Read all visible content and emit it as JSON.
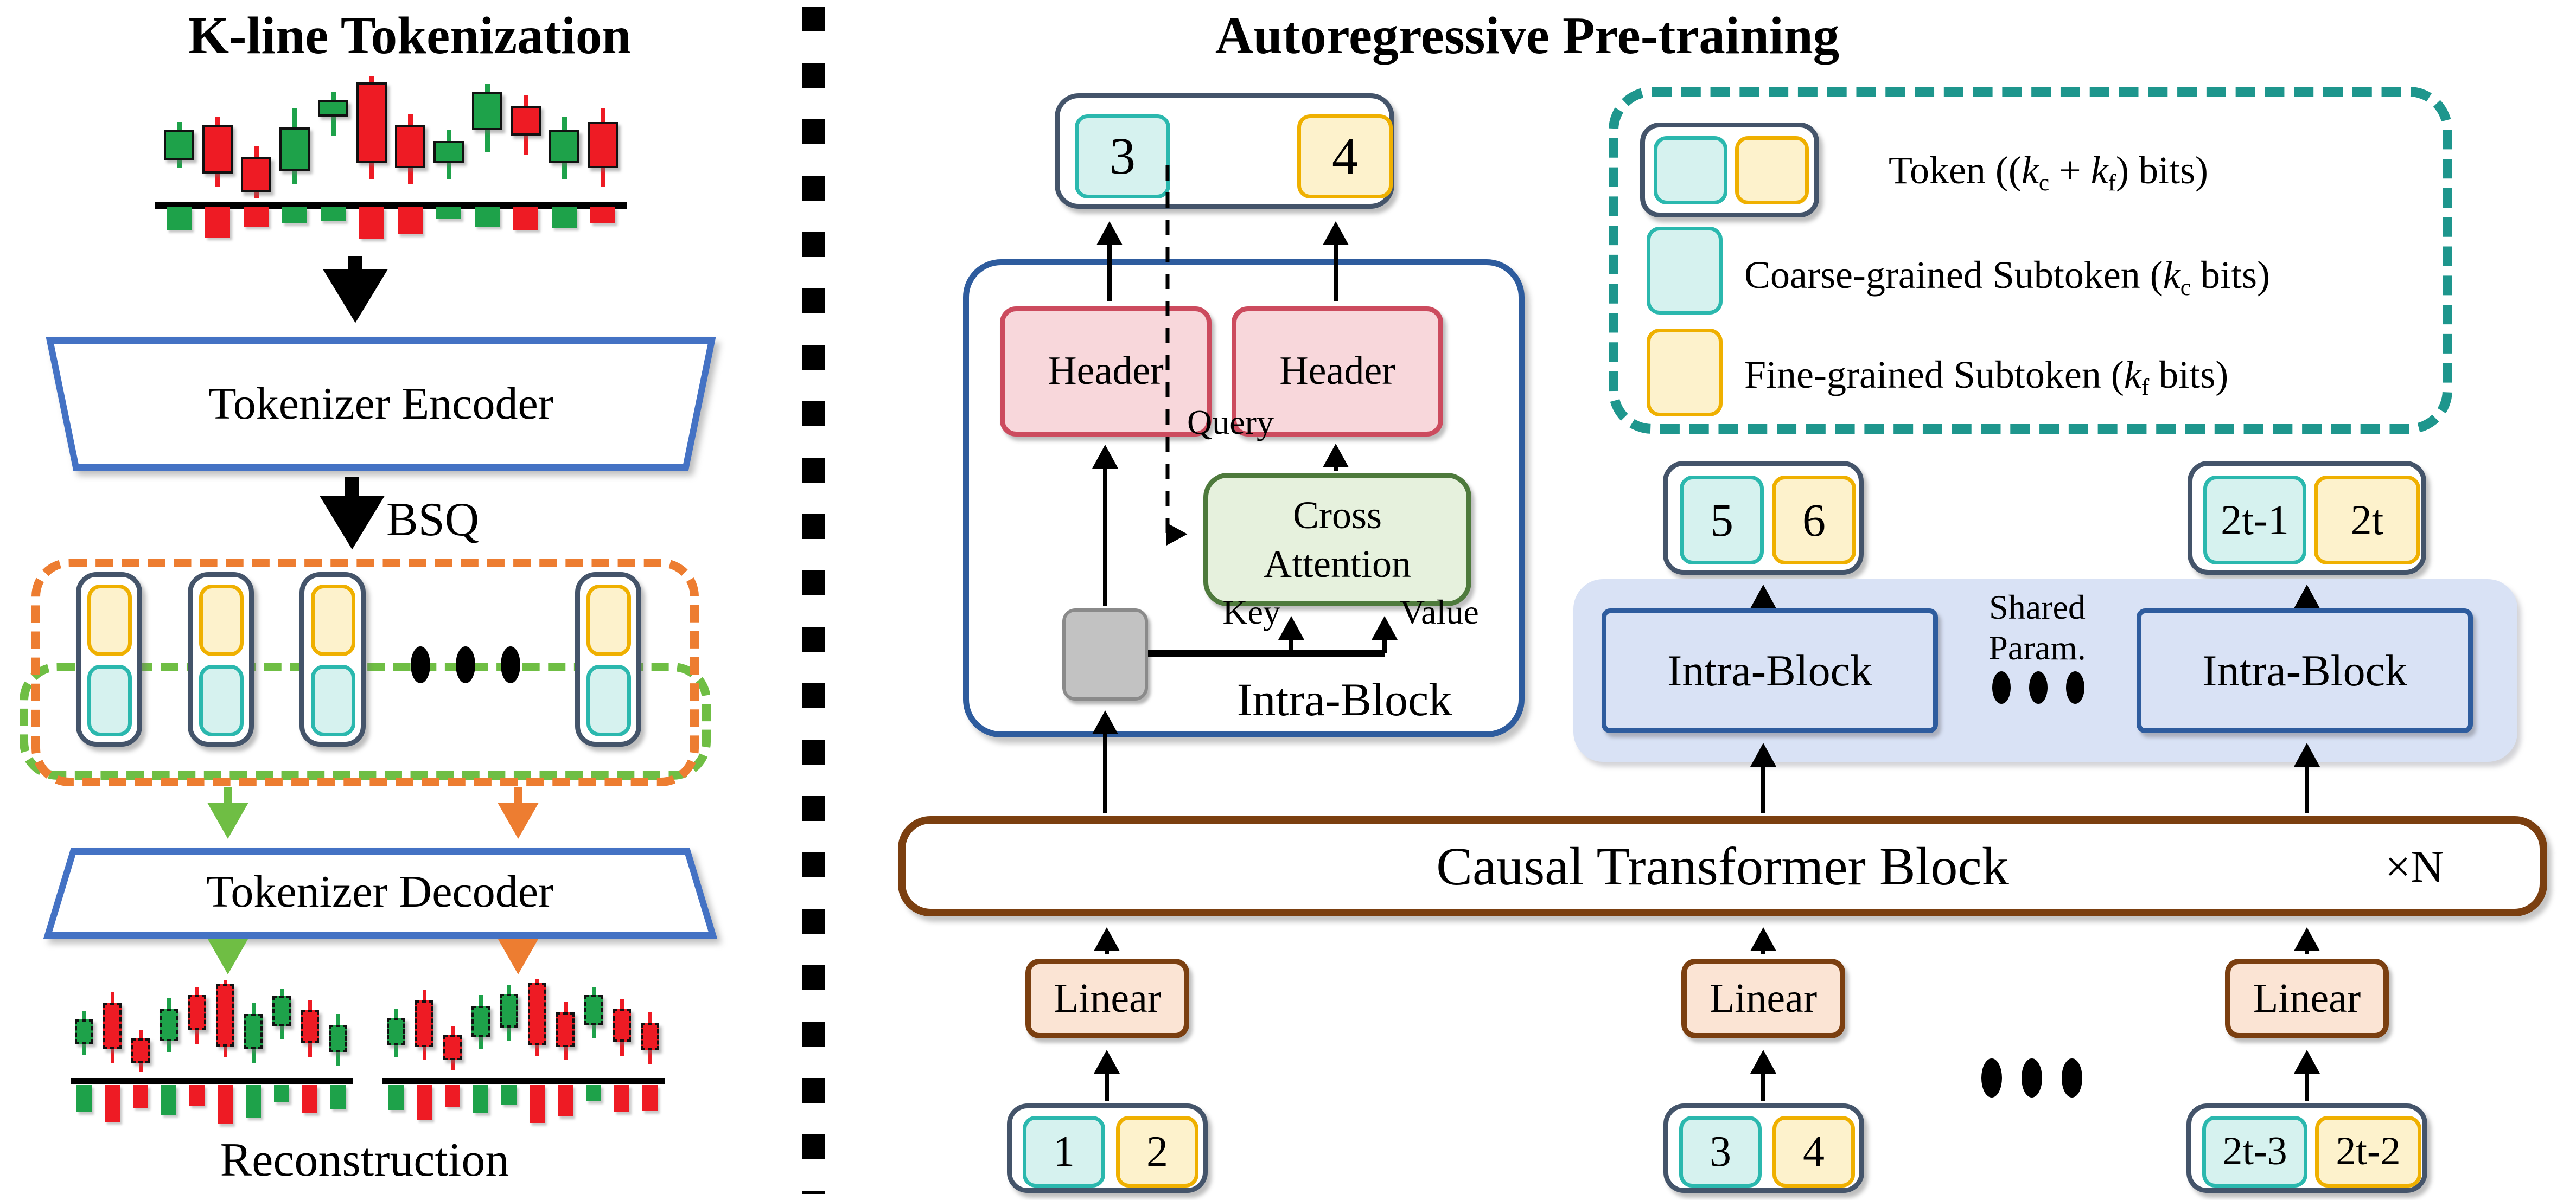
{
  "left": {
    "title": "K-line Tokenization",
    "encoder_label": "Tokenizer Encoder",
    "bsq_label": "BSQ",
    "decoder_label": "Tokenizer Decoder",
    "reconstruction_label": "Reconstruction"
  },
  "right": {
    "title": "Autoregressive Pre-training",
    "header_label": "Header",
    "header2_label": "Header",
    "cross_attention_line1": "Cross",
    "cross_attention_line2": "Attention",
    "query_label": "Query",
    "key_label": "Key",
    "value_label": "Value",
    "intra_label_main": "Intra-Block",
    "intra_label_left": "Intra-Block",
    "intra_label_right": "Intra-Block",
    "shared_line1": "Shared",
    "shared_line2": "Param.",
    "causal_label": "Causal Transformer Block",
    "repeat_label": "×N",
    "linear_labels": [
      "Linear",
      "Linear",
      "Linear"
    ],
    "tokens": {
      "output": {
        "coarse": "3",
        "fine": "4"
      },
      "step2": {
        "coarse": "5",
        "fine": "6"
      },
      "step_t": {
        "coarse": "2t-1",
        "fine": "2t"
      },
      "input1": {
        "coarse": "1",
        "fine": "2"
      },
      "input2": {
        "coarse": "3",
        "fine": "4"
      },
      "input_t": {
        "coarse": "2t-3",
        "fine": "2t-2"
      }
    },
    "legend": {
      "token": {
        "pre": "Token ((",
        "k1": "k",
        "s1": "c",
        "plus": " + ",
        "k2": "k",
        "s2": "f",
        "post": ") bits)"
      },
      "coarse": {
        "pre": "Coarse-grained Subtoken (",
        "k": "k",
        "s": "c",
        "post": " bits)"
      },
      "fine": {
        "pre": "Fine-grained Subtoken (",
        "k": "k",
        "s": "f",
        "post": " bits)"
      }
    }
  },
  "colors": {
    "candle_up": "#1EA24A",
    "candle_down": "#EE1B24",
    "coarse_subtoken": "#D6F2EF",
    "coarse_border": "#2BB8AE",
    "fine_subtoken": "#FDF2CC",
    "fine_border": "#EFB000",
    "token_border": "#44546A",
    "trapezoid_border": "#4472C4",
    "orange_dash": "#ED7D31",
    "green_dash": "#6FBE44",
    "teal_dash": "#1E968D",
    "header_fill": "#F8D7DB",
    "header_border": "#CC4B5E",
    "cross_fill": "#E6F1DD",
    "cross_border": "#4E7A3C",
    "intra_border": "#2E5C9E",
    "shared_fill": "#D9E2F5",
    "causal_border": "#7B3F10",
    "linear_fill": "#FBE4D4"
  },
  "chart_data": {
    "type": "candlestick",
    "note": "stylized K-line charts: x, wickTop, bodyTop, bodyBottom, wickBottom, direction(g=up,r=down); volumes: x, height, direction",
    "charts": [
      {
        "id": "main",
        "cfg": {
          "candleW": 56,
          "wickW": 9,
          "volW": 46,
          "baseY": 232,
          "baseX1": 15,
          "baseX2": 885,
          "baseH": 13,
          "volTop": 242,
          "dashed": false
        },
        "candles": [
          [
            60,
            85,
            100,
            155,
            170,
            "g"
          ],
          [
            131,
            75,
            90,
            180,
            205,
            "r"
          ],
          [
            202,
            130,
            150,
            215,
            226,
            "r"
          ],
          [
            273,
            60,
            95,
            175,
            200,
            "g"
          ],
          [
            344,
            30,
            45,
            75,
            110,
            "g"
          ],
          [
            415,
            0,
            12,
            160,
            190,
            "r"
          ],
          [
            486,
            70,
            90,
            170,
            200,
            "r"
          ],
          [
            557,
            100,
            120,
            160,
            190,
            "g"
          ],
          [
            628,
            15,
            30,
            100,
            140,
            "g"
          ],
          [
            699,
            35,
            55,
            110,
            145,
            "r"
          ],
          [
            770,
            75,
            100,
            160,
            190,
            "g"
          ],
          [
            841,
            60,
            85,
            170,
            205,
            "r"
          ]
        ],
        "volumes": [
          [
            60,
            42,
            "g"
          ],
          [
            131,
            56,
            "r"
          ],
          [
            202,
            36,
            "r"
          ],
          [
            273,
            30,
            "g"
          ],
          [
            344,
            26,
            "g"
          ],
          [
            415,
            58,
            "r"
          ],
          [
            486,
            50,
            "r"
          ],
          [
            557,
            22,
            "g"
          ],
          [
            628,
            36,
            "g"
          ],
          [
            699,
            42,
            "r"
          ],
          [
            770,
            38,
            "g"
          ],
          [
            841,
            30,
            "r"
          ]
        ]
      },
      {
        "id": "recon1",
        "cfg": {
          "candleW": 34,
          "wickW": 7,
          "volW": 28,
          "baseY": 183,
          "baseX1": 5,
          "baseX2": 525,
          "baseH": 11,
          "volTop": 196,
          "dashed": true
        },
        "candles": [
          [
            30,
            60,
            75,
            120,
            140,
            "g"
          ],
          [
            82,
            25,
            45,
            130,
            155,
            "r"
          ],
          [
            134,
            95,
            110,
            155,
            172,
            "r"
          ],
          [
            186,
            35,
            55,
            115,
            135,
            "g"
          ],
          [
            238,
            15,
            30,
            95,
            120,
            "r"
          ],
          [
            290,
            2,
            10,
            125,
            145,
            "r"
          ],
          [
            342,
            45,
            65,
            130,
            155,
            "g"
          ],
          [
            394,
            18,
            32,
            88,
            112,
            "g"
          ],
          [
            446,
            40,
            58,
            118,
            145,
            "r"
          ],
          [
            498,
            65,
            85,
            135,
            160,
            "g"
          ]
        ],
        "volumes": [
          [
            30,
            50,
            "g"
          ],
          [
            82,
            68,
            "r"
          ],
          [
            134,
            42,
            "r"
          ],
          [
            186,
            55,
            "g"
          ],
          [
            238,
            38,
            "r"
          ],
          [
            290,
            72,
            "r"
          ],
          [
            342,
            60,
            "g"
          ],
          [
            394,
            32,
            "g"
          ],
          [
            446,
            52,
            "r"
          ],
          [
            498,
            44,
            "g"
          ]
        ]
      },
      {
        "id": "recon2",
        "cfg": {
          "candleW": 34,
          "wickW": 7,
          "volW": 28,
          "baseY": 183,
          "baseX1": 5,
          "baseX2": 525,
          "baseH": 11,
          "volTop": 196,
          "dashed": true
        },
        "candles": [
          [
            30,
            55,
            72,
            122,
            145,
            "g"
          ],
          [
            82,
            20,
            40,
            126,
            150,
            "r"
          ],
          [
            134,
            88,
            104,
            150,
            168,
            "r"
          ],
          [
            186,
            30,
            50,
            108,
            130,
            "g"
          ],
          [
            238,
            12,
            28,
            90,
            115,
            "g"
          ],
          [
            290,
            0,
            8,
            122,
            142,
            "r"
          ],
          [
            342,
            42,
            62,
            126,
            150,
            "r"
          ],
          [
            394,
            16,
            30,
            86,
            110,
            "g"
          ],
          [
            446,
            38,
            56,
            116,
            142,
            "r"
          ],
          [
            498,
            62,
            82,
            132,
            158,
            "r"
          ]
        ],
        "volumes": [
          [
            30,
            46,
            "g"
          ],
          [
            82,
            64,
            "r"
          ],
          [
            134,
            40,
            "r"
          ],
          [
            186,
            52,
            "g"
          ],
          [
            238,
            36,
            "g"
          ],
          [
            290,
            70,
            "r"
          ],
          [
            342,
            58,
            "r"
          ],
          [
            394,
            30,
            "g"
          ],
          [
            446,
            50,
            "r"
          ],
          [
            498,
            48,
            "r"
          ]
        ]
      }
    ]
  }
}
